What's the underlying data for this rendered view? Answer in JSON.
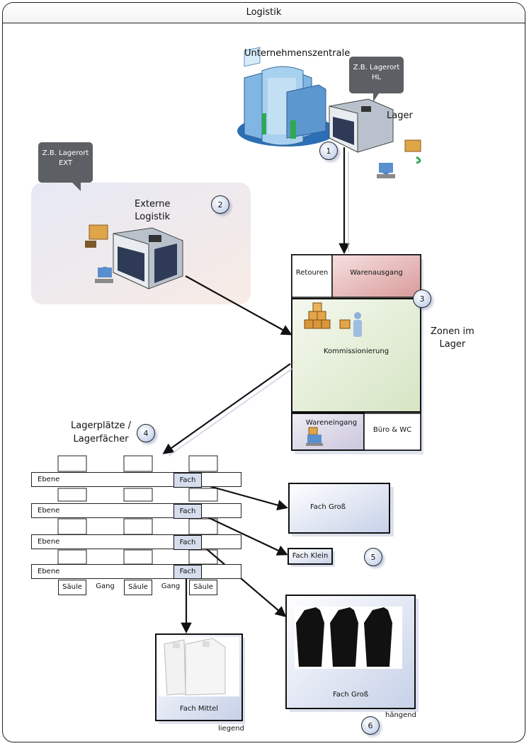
{
  "window": {
    "title": "Logistik"
  },
  "callouts": {
    "hl": "Z.B. Lagerort\nHL",
    "ext": "Z.B. Lagerort\nEXT"
  },
  "labels": {
    "hq": "Unternehmenszentrale",
    "lager": "Lager",
    "ext_logistik": "Externe\nLogistik",
    "zonen": "Zonen im\nLager",
    "lagerplaetze": "Lagerplätze /\nLagerfächer",
    "liegend": "liegend",
    "haengend": "hängend"
  },
  "numbers": [
    "1",
    "2",
    "3",
    "4",
    "5",
    "6"
  ],
  "zones": {
    "retouren": "Retouren",
    "warenausgang": "Warenausgang",
    "kommissionierung": "Kommissionierung",
    "wareneingang": "Wareneingang",
    "buero": "Büro & WC"
  },
  "shelf": {
    "ebene": "Ebene",
    "fach": "Fach",
    "columns": [
      "Säule",
      "Gang",
      "Säule",
      "Gang",
      "Säule"
    ]
  },
  "bins": {
    "gross1": "Fach Groß",
    "klein": "Fach Klein",
    "mittel": "Fach Mittel",
    "gross2": "Fach Groß"
  },
  "colors": {
    "warenausgang": "#e6b3b3",
    "kommissionierung": "#e4edd6",
    "wareneingang": "#dcd8e8",
    "ext_bg": "#e8e8f2",
    "bin_blue": "#dfe6f4"
  }
}
